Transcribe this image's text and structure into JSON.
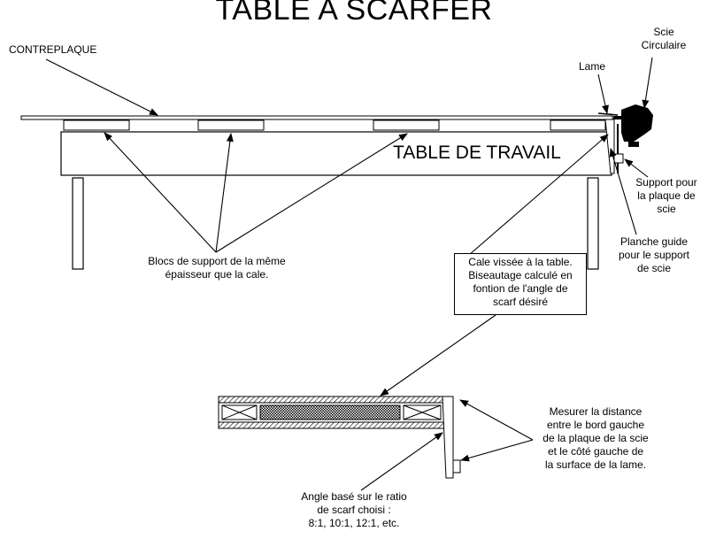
{
  "title": "TABLE A SCARFER",
  "labels": {
    "contreplaque": "CONTREPLAQUE",
    "scie_circulaire": [
      "Scie",
      "Circulaire"
    ],
    "lame": "Lame",
    "table_de_travail": "TABLE DE TRAVAIL",
    "support_plaque": [
      "Support pour",
      "la plaque de",
      "scie"
    ],
    "planche_guide": [
      "Planche guide",
      "pour le support",
      "de scie"
    ],
    "blocs_support": [
      "Blocs de support de la même",
      "épaisseur que la cale."
    ],
    "cale_vissee": [
      "Cale vissée à la table.",
      "Biseautage calculé en",
      "fontion de l'angle de",
      "scarf désiré"
    ],
    "mesurer": [
      "Mesurer la distance",
      "entre le bord gauche",
      "de la plaque de la scie",
      "et le côté gauche de",
      "la surface de la lame."
    ],
    "angle_base": [
      "Angle basé sur le ratio",
      "de scarf choisi :",
      "8:1, 10:1, 12:1, etc."
    ]
  }
}
